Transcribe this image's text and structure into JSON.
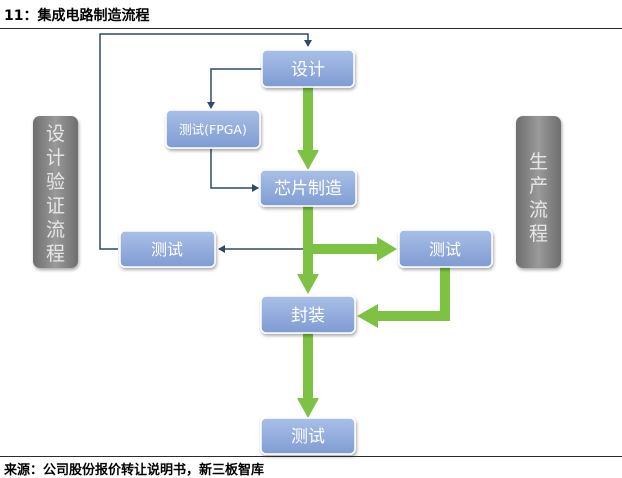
{
  "title": "11：集成电路制造流程",
  "source": "来源：公司股份报价转让说明书，新三板智库",
  "side_labels": {
    "left": [
      "设",
      "计",
      "验",
      "证",
      "流",
      "程"
    ],
    "right": [
      "生",
      "产",
      "流",
      "程"
    ]
  },
  "nodes": {
    "design": "设计",
    "fpga_test": "测试(FPGA)",
    "chip_fab": "芯片制造",
    "test_left": "测试",
    "test_right": "测试",
    "package": "封装",
    "test_final": "测试"
  },
  "colors": {
    "node_fill": "#8faadc",
    "node_stroke": "#ffffff",
    "green_arrow": "#7dc242",
    "blue_line": "#2e4a6b",
    "side_bar": "#8a8a8a"
  }
}
